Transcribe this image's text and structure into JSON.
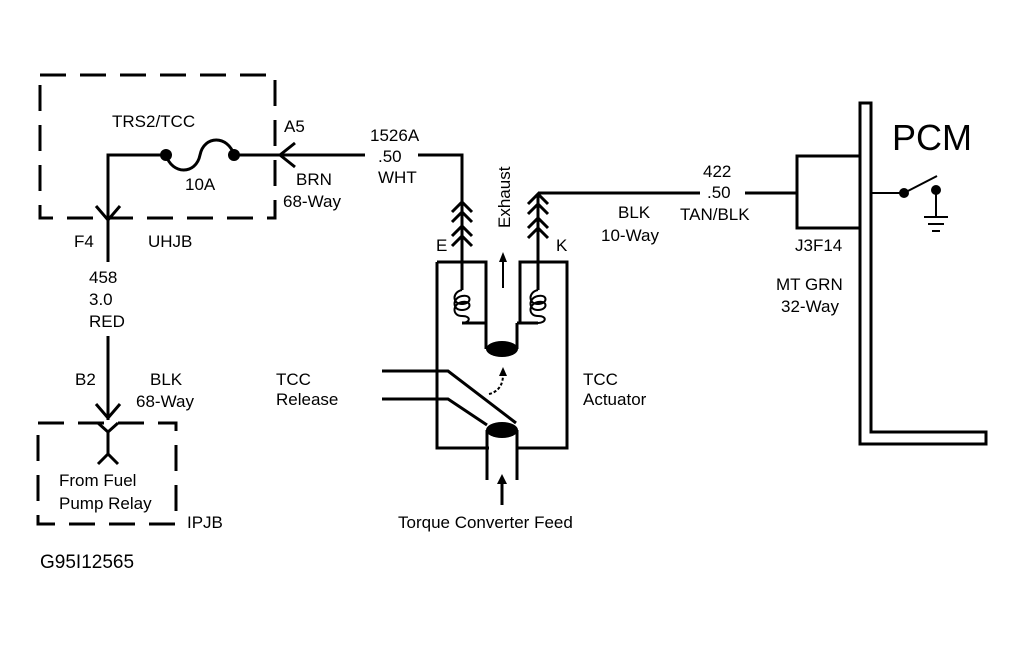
{
  "figure_id": "G95I12565",
  "colors": {
    "ink": "#000000",
    "background": "#ffffff"
  },
  "uhjb": {
    "name": "UHJB",
    "fuse_name": "TRS2/TCC",
    "fuse_rating": "10A",
    "input_pin": "A5",
    "output_pin": "F4",
    "input_connector": {
      "color": "BRN",
      "type": "68-Way"
    }
  },
  "wire_1526A": {
    "circuit": "1526A",
    "gauge": ".50",
    "color": "WHT"
  },
  "wire_458": {
    "circuit": "458",
    "gauge": "3.0",
    "color": "RED"
  },
  "ipjb": {
    "name": "IPJB",
    "pin": "B2",
    "connector": {
      "color": "BLK",
      "type": "68-Way"
    },
    "source_line1": "From Fuel",
    "source_line2": "Pump Relay"
  },
  "actuator": {
    "pin_e": "E",
    "pin_k": "K",
    "exhaust": "Exhaust",
    "connector": {
      "color": "BLK",
      "type": "10-Way"
    },
    "release_line1": "TCC",
    "release_line2": "Release",
    "actuator_line1": "TCC",
    "actuator_line2": "Actuator",
    "feed": "Torque Converter Feed"
  },
  "wire_422": {
    "circuit": "422",
    "gauge": ".50",
    "color": "TAN/BLK"
  },
  "pcm": {
    "name": "PCM",
    "pin": "J3F14",
    "connector": {
      "color": "MT GRN",
      "type": "32-Way"
    }
  }
}
